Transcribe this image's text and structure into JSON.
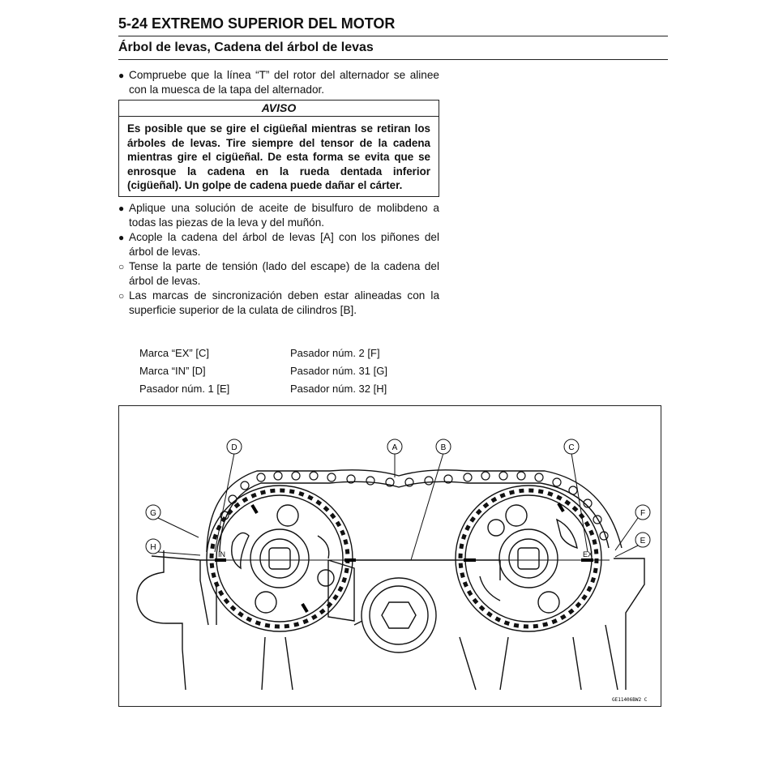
{
  "header": {
    "page_title": "5-24 EXTREMO SUPERIOR DEL MOTOR",
    "section_title": "Árbol de levas, Cadena del árbol de levas"
  },
  "steps_before": [
    {
      "marker": "●",
      "text": "Compruebe que la línea “T” del rotor del alternador se alinee con la muesca de la tapa del alternador."
    }
  ],
  "notice": {
    "title": "AVISO",
    "body": "Es posible que se gire el cigüeñal mientras se retiran los árboles de levas. Tire siempre del tensor de la cadena mientras gire el cigüeñal. De esta forma se evita que se enrosque la cadena en la rueda dentada inferior (cigüeñal). Un golpe de cadena puede dañar el cárter."
  },
  "steps_after": [
    {
      "marker": "●",
      "text": "Aplique una solución de aceite de bisulfuro de molibdeno a todas las piezas de la leva y del muñón."
    },
    {
      "marker": "●",
      "text": "Acople la cadena del árbol de levas [A] con los piñones del árbol de levas."
    },
    {
      "marker": "○",
      "text": "Tense la parte de tensión (lado del escape) de la cadena del árbol de levas."
    },
    {
      "marker": "○",
      "text": "Las marcas de sincronización deben estar alineadas con la superficie superior de la culata de cilindros [B]."
    }
  ],
  "legend": [
    [
      "Marca “EX” [C]",
      "Pasador núm. 2 [F]"
    ],
    [
      "Marca “IN” [D]",
      "Pasador núm. 31 [G]"
    ],
    [
      "Pasador núm. 1 [E]",
      "Pasador núm. 32 [H]"
    ]
  ],
  "figure": {
    "callouts": [
      "A",
      "B",
      "C",
      "D",
      "E",
      "F",
      "G",
      "H"
    ],
    "sprocket_marks": {
      "left": "IN",
      "right": "EX"
    },
    "code": "GE11406BW2 C"
  }
}
